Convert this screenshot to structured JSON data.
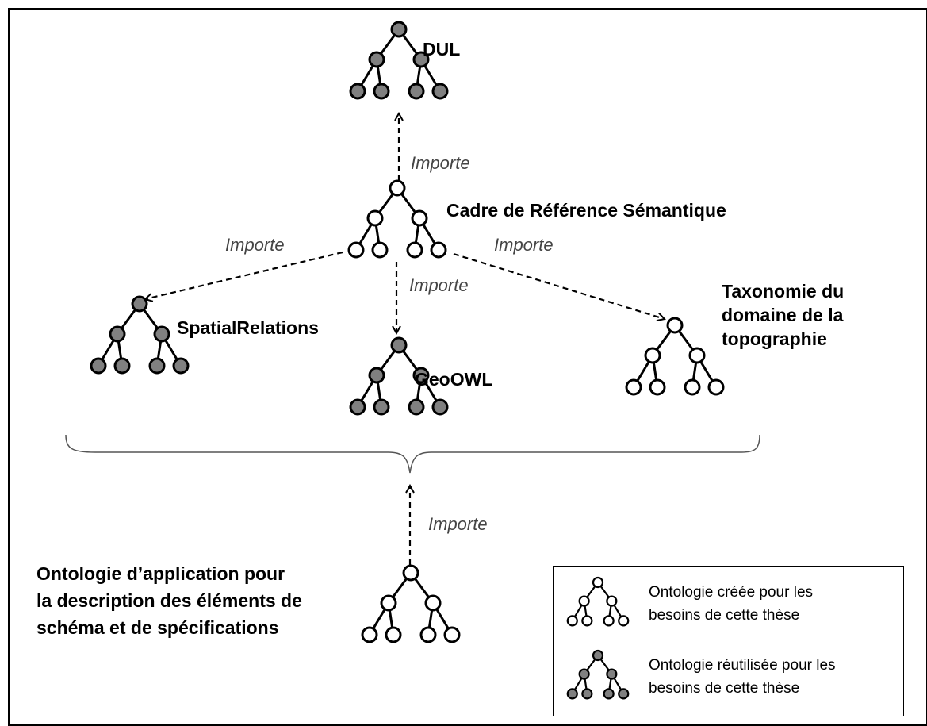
{
  "ontologies": {
    "dul": "DUL",
    "crs": "Cadre de Référence Sémantique",
    "spatial": "SpatialRelations",
    "geoowl": "GeoOWL",
    "taxonomie": "Taxonomie du\ndomaine de la\ntopographie",
    "application": "Ontologie d’application  pour\nla description  des éléments de\nschéma et de spécifications"
  },
  "relations": {
    "crs_to_dul": "Importe",
    "crs_to_spatial": "Importe",
    "crs_to_geoowl": "Importe",
    "crs_to_taxonomie": "Importe",
    "app_to_group": "Importe"
  },
  "legend": {
    "created": "Ontologie créée pour les\nbesoins de cette thèse",
    "reused": "Ontologie réutilisée pour les\nbesoins de cette thèse"
  },
  "colors": {
    "reused_node": "#808080",
    "created_node": "#ffffff",
    "line": "#000000"
  }
}
